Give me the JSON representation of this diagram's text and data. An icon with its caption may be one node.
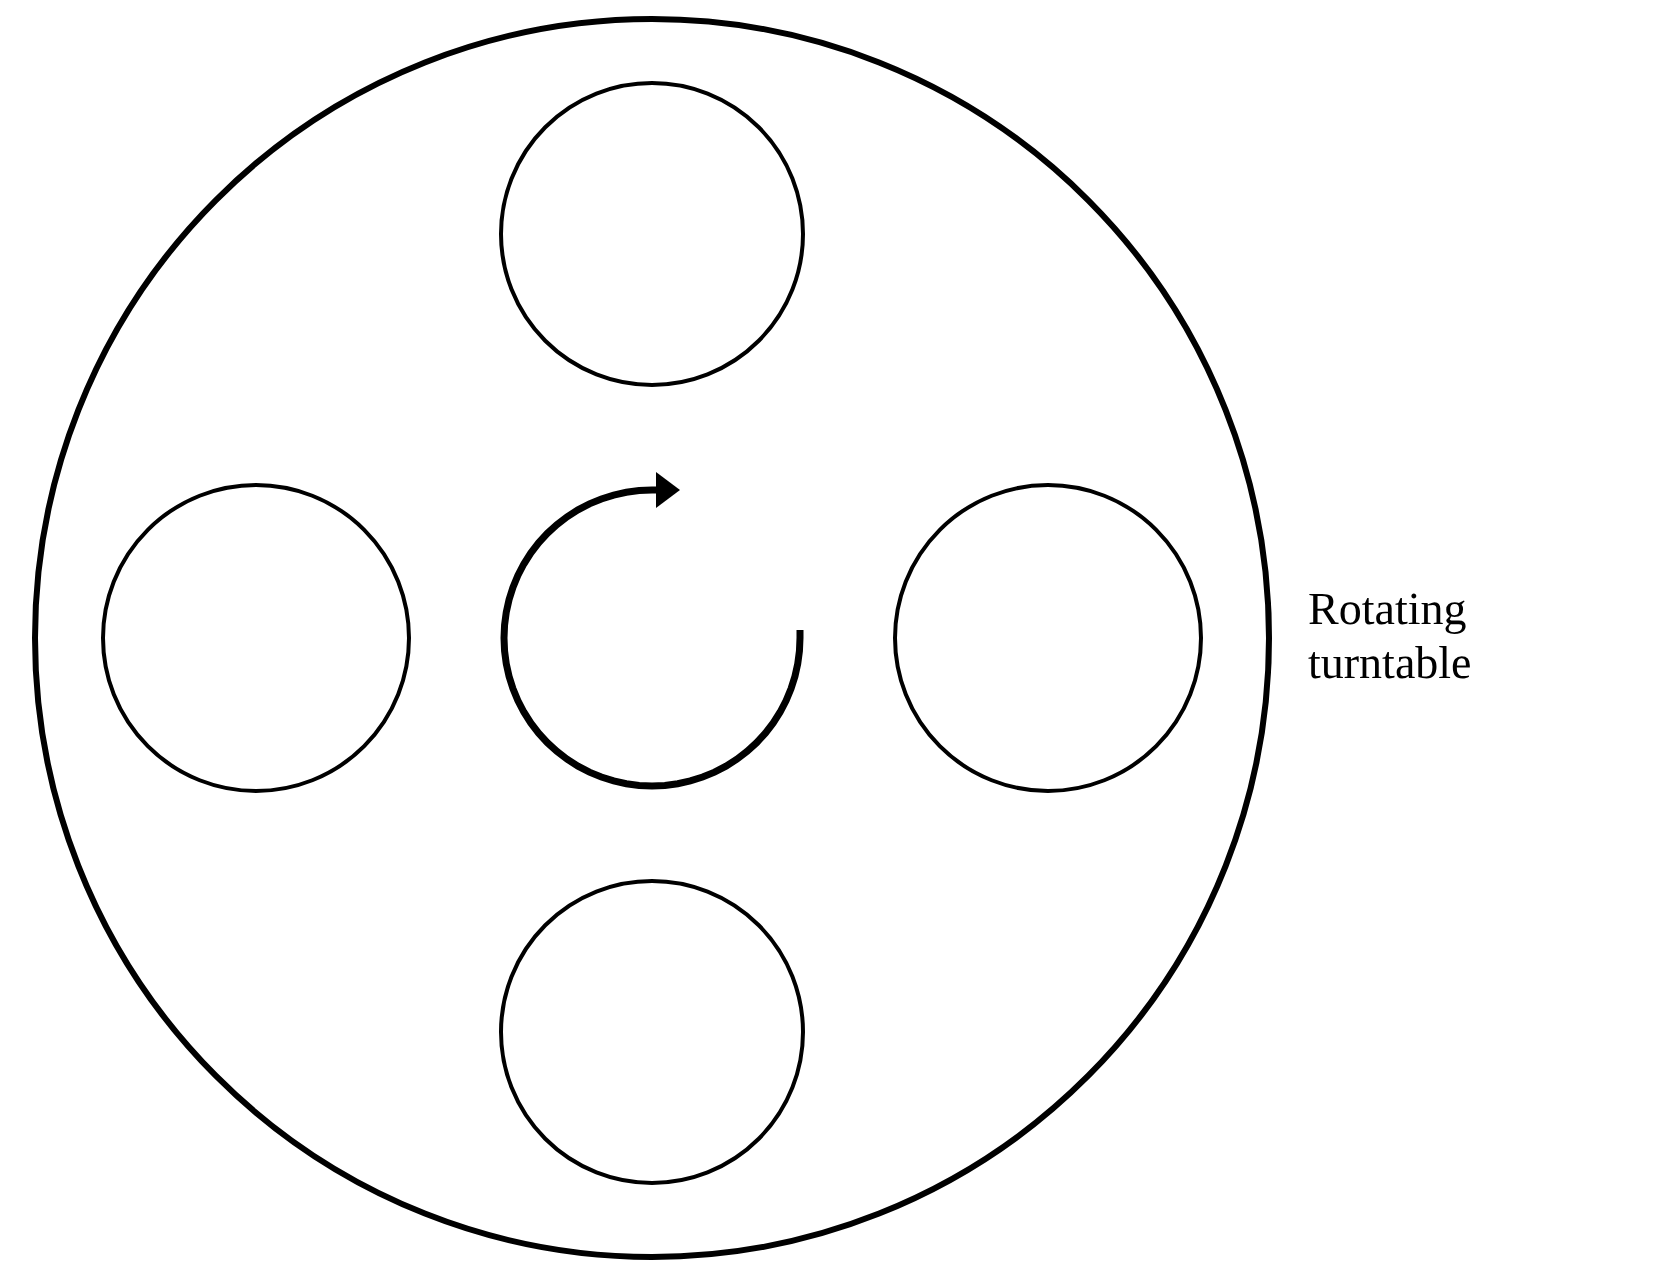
{
  "diagram": {
    "nodes": [
      {
        "text": [],
        "shape": "circle",
        "beside": [
          "Rotating turntable"
        ]
      },
      {
        "text": [],
        "shape": "circle",
        "in": 0
      },
      {
        "text": [],
        "shape": "circle",
        "in": 0
      },
      {
        "text": [],
        "shape": "circle",
        "in": 0
      },
      {
        "text": [],
        "shape": "circle",
        "in": 0
      }
    ]
  }
}
